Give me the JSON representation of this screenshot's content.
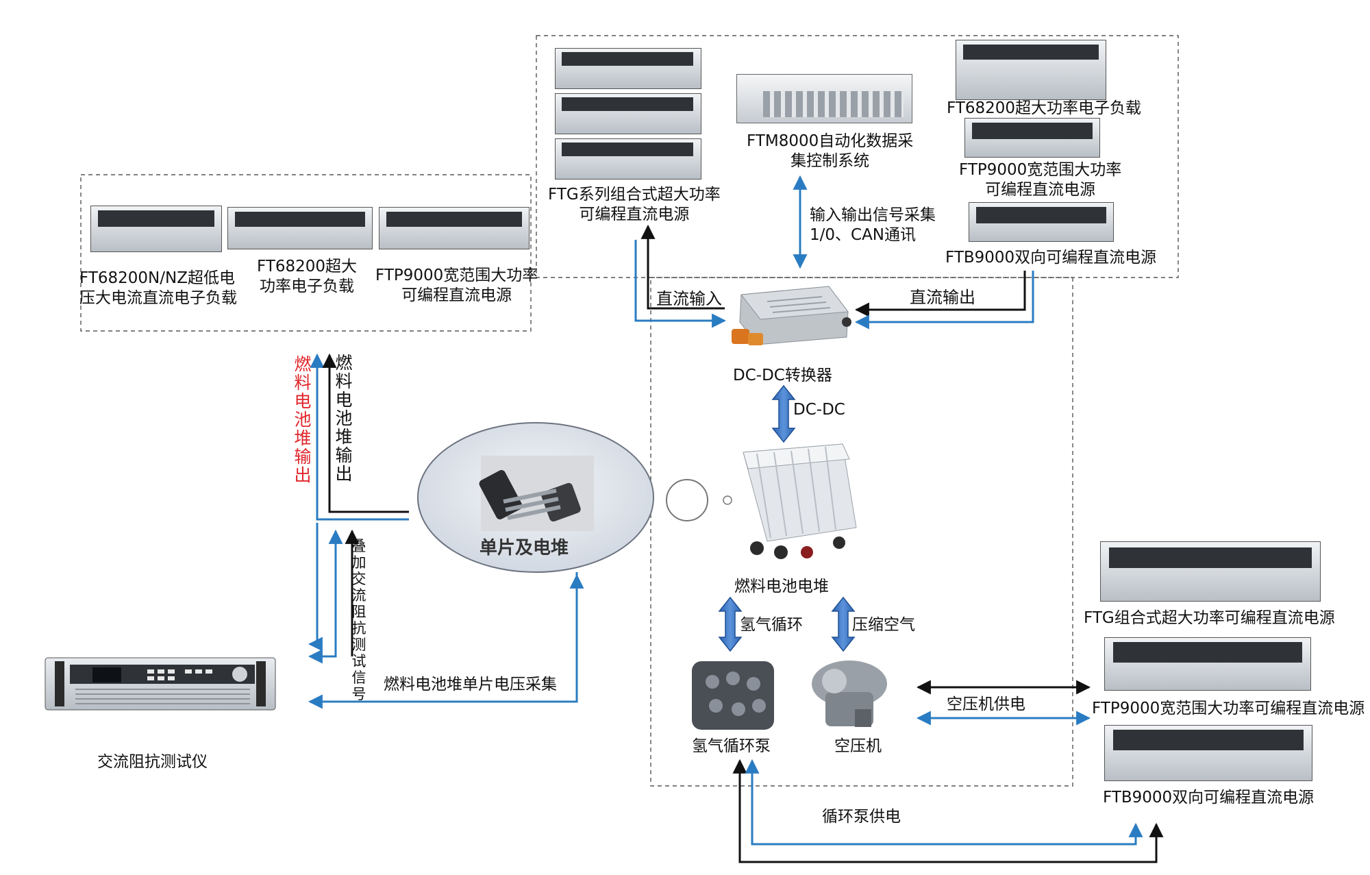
{
  "labels": {
    "ftg_top": "FTG系列组合式超大功率\n可编程直流电源",
    "ftm8000": "FTM8000自动化数据采\n集控制系统",
    "ft68200_top_right": "FT68200超大功率电子负载",
    "ftp9000_top_right": "FTP9000宽范围大功率\n可编程直流电源",
    "ftb9000_top_right": "FTB9000双向可编程直流电源",
    "signal": "输入输出信号采集\n1/0、CAN通讯",
    "ft68200n": "FT68200N/NZ超低电\n压大电流直流电子负载",
    "ft68200_left": "FT68200超大\n功率电子负载",
    "ftp9000_left": "FTP9000宽范围大功率\n可编程直流电源",
    "dc_in": "直流输入",
    "dc_out": "直流输出",
    "dcdc_converter": "DC-DC转换器",
    "dcdc": "DC-DC",
    "stack": "燃料电池电堆",
    "hydrogen_cycle": "氢气循环",
    "compressed_air": "压缩空气",
    "hydrogen_pump": "氢气循环泵",
    "air_compressor": "空压机",
    "compressor_power": "空压机供电",
    "pump_power": "循环泵供电",
    "cell_and_stack": "单片及电堆",
    "stack_output_red": "燃料电池堆输出",
    "stack_output_black": "燃料电池堆输出",
    "ac_signal": "叠加交流阻抗测试信号",
    "cell_voltage": "燃料电池堆单片电压采集",
    "ac_tester": "交流阻抗测试仪",
    "ftg_right": "FTG组合式超大功率可编程直流电源",
    "ftp9000_right": "FTP9000宽范围大功率可编程直流电源",
    "ftb9000_right": "FTB9000双向可编程直流电源"
  },
  "colors": {
    "arrow_blue": "#2a7cc2",
    "arrow_black": "#111111",
    "red_text": "#e0262b",
    "dashed_border": "#555555"
  }
}
